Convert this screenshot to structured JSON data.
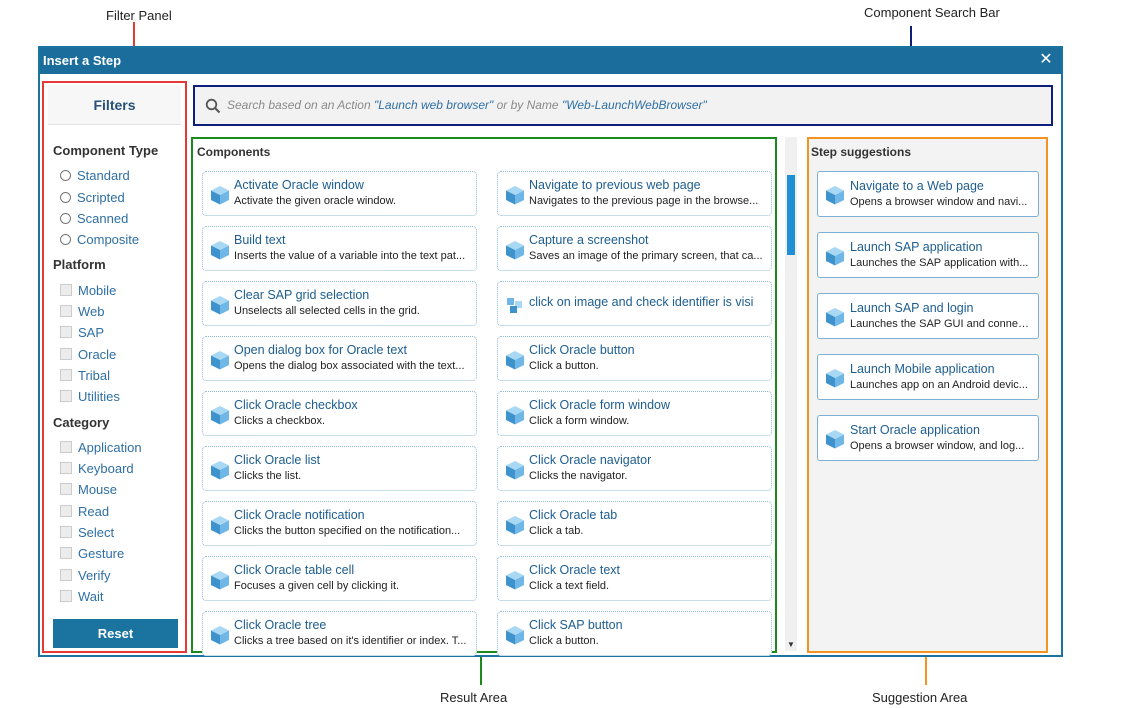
{
  "callouts": {
    "filter_panel": "Filter Panel",
    "component_search_bar": "Component Search Bar",
    "result_area": "Result Area",
    "suggestion_area": "Suggestion Area"
  },
  "dialog": {
    "title": "Insert a Step",
    "close_glyph": "✕"
  },
  "search": {
    "prefix": "Search based on an Action ",
    "action_example": "\"Launch web browser\"",
    "middle": " or by Name ",
    "name_example": "\"Web-LaunchWebBrowser\""
  },
  "filters": {
    "title": "Filters",
    "component_type_label": "Component Type",
    "component_types": [
      "Standard",
      "Scripted",
      "Scanned",
      "Composite"
    ],
    "platform_label": "Platform",
    "platforms": [
      "Mobile",
      "Web",
      "SAP",
      "Oracle",
      "Tribal",
      "Utilities"
    ],
    "category_label": "Category",
    "categories": [
      "Application",
      "Keyboard",
      "Mouse",
      "Read",
      "Select",
      "Gesture",
      "Verify",
      "Wait"
    ],
    "reset_label": "Reset"
  },
  "components": {
    "title": "Components",
    "items": [
      {
        "title": "Activate Oracle window",
        "desc": "Activate the given oracle window."
      },
      {
        "title": "Navigate to previous web page",
        "desc": "Navigates to the previous page in the browse..."
      },
      {
        "title": "Build text",
        "desc": "Inserts the value of a variable into the text pat..."
      },
      {
        "title": "Capture a screenshot",
        "desc": "Saves an image of the primary screen, that ca..."
      },
      {
        "title": "Clear SAP grid selection",
        "desc": "Unselects all selected cells in the grid."
      },
      {
        "title": "click on image and check identifier is visi",
        "desc": ""
      },
      {
        "title": "Open dialog box for Oracle text",
        "desc": "Opens the dialog box associated with the text..."
      },
      {
        "title": "Click Oracle button",
        "desc": "Click a button."
      },
      {
        "title": "Click Oracle checkbox",
        "desc": "Clicks a checkbox."
      },
      {
        "title": "Click Oracle form window",
        "desc": "Click a form window."
      },
      {
        "title": "Click Oracle list",
        "desc": "Clicks the list."
      },
      {
        "title": "Click Oracle navigator",
        "desc": "Clicks the navigator."
      },
      {
        "title": "Click Oracle notification",
        "desc": "Clicks the button specified on the notification..."
      },
      {
        "title": "Click Oracle tab",
        "desc": "Click a tab."
      },
      {
        "title": "Click Oracle table cell",
        "desc": "Focuses a given cell by clicking it."
      },
      {
        "title": "Click Oracle text",
        "desc": "Click a text field."
      },
      {
        "title": "Click Oracle tree",
        "desc": "Clicks a tree based on it's identifier or index. T..."
      },
      {
        "title": "Click SAP button",
        "desc": "Click a button."
      }
    ]
  },
  "suggestions": {
    "title": "Step suggestions",
    "items": [
      {
        "title": "Navigate to a Web page",
        "desc": "Opens a browser window and navi..."
      },
      {
        "title": "Launch SAP application",
        "desc": "Launches the SAP application with..."
      },
      {
        "title": "Launch SAP and login",
        "desc": "Launches the SAP GUI and connec..."
      },
      {
        "title": "Launch Mobile application",
        "desc": "Launches app on an Android devic..."
      },
      {
        "title": "Start Oracle application",
        "desc": "Opens a browser window, and log..."
      }
    ]
  },
  "colors": {
    "title_bar": "#1b6e9c",
    "filter_outline": "#e53935",
    "search_outline": "#0d1f7a",
    "result_outline": "#1a8a1a",
    "suggestion_outline": "#f39322"
  }
}
